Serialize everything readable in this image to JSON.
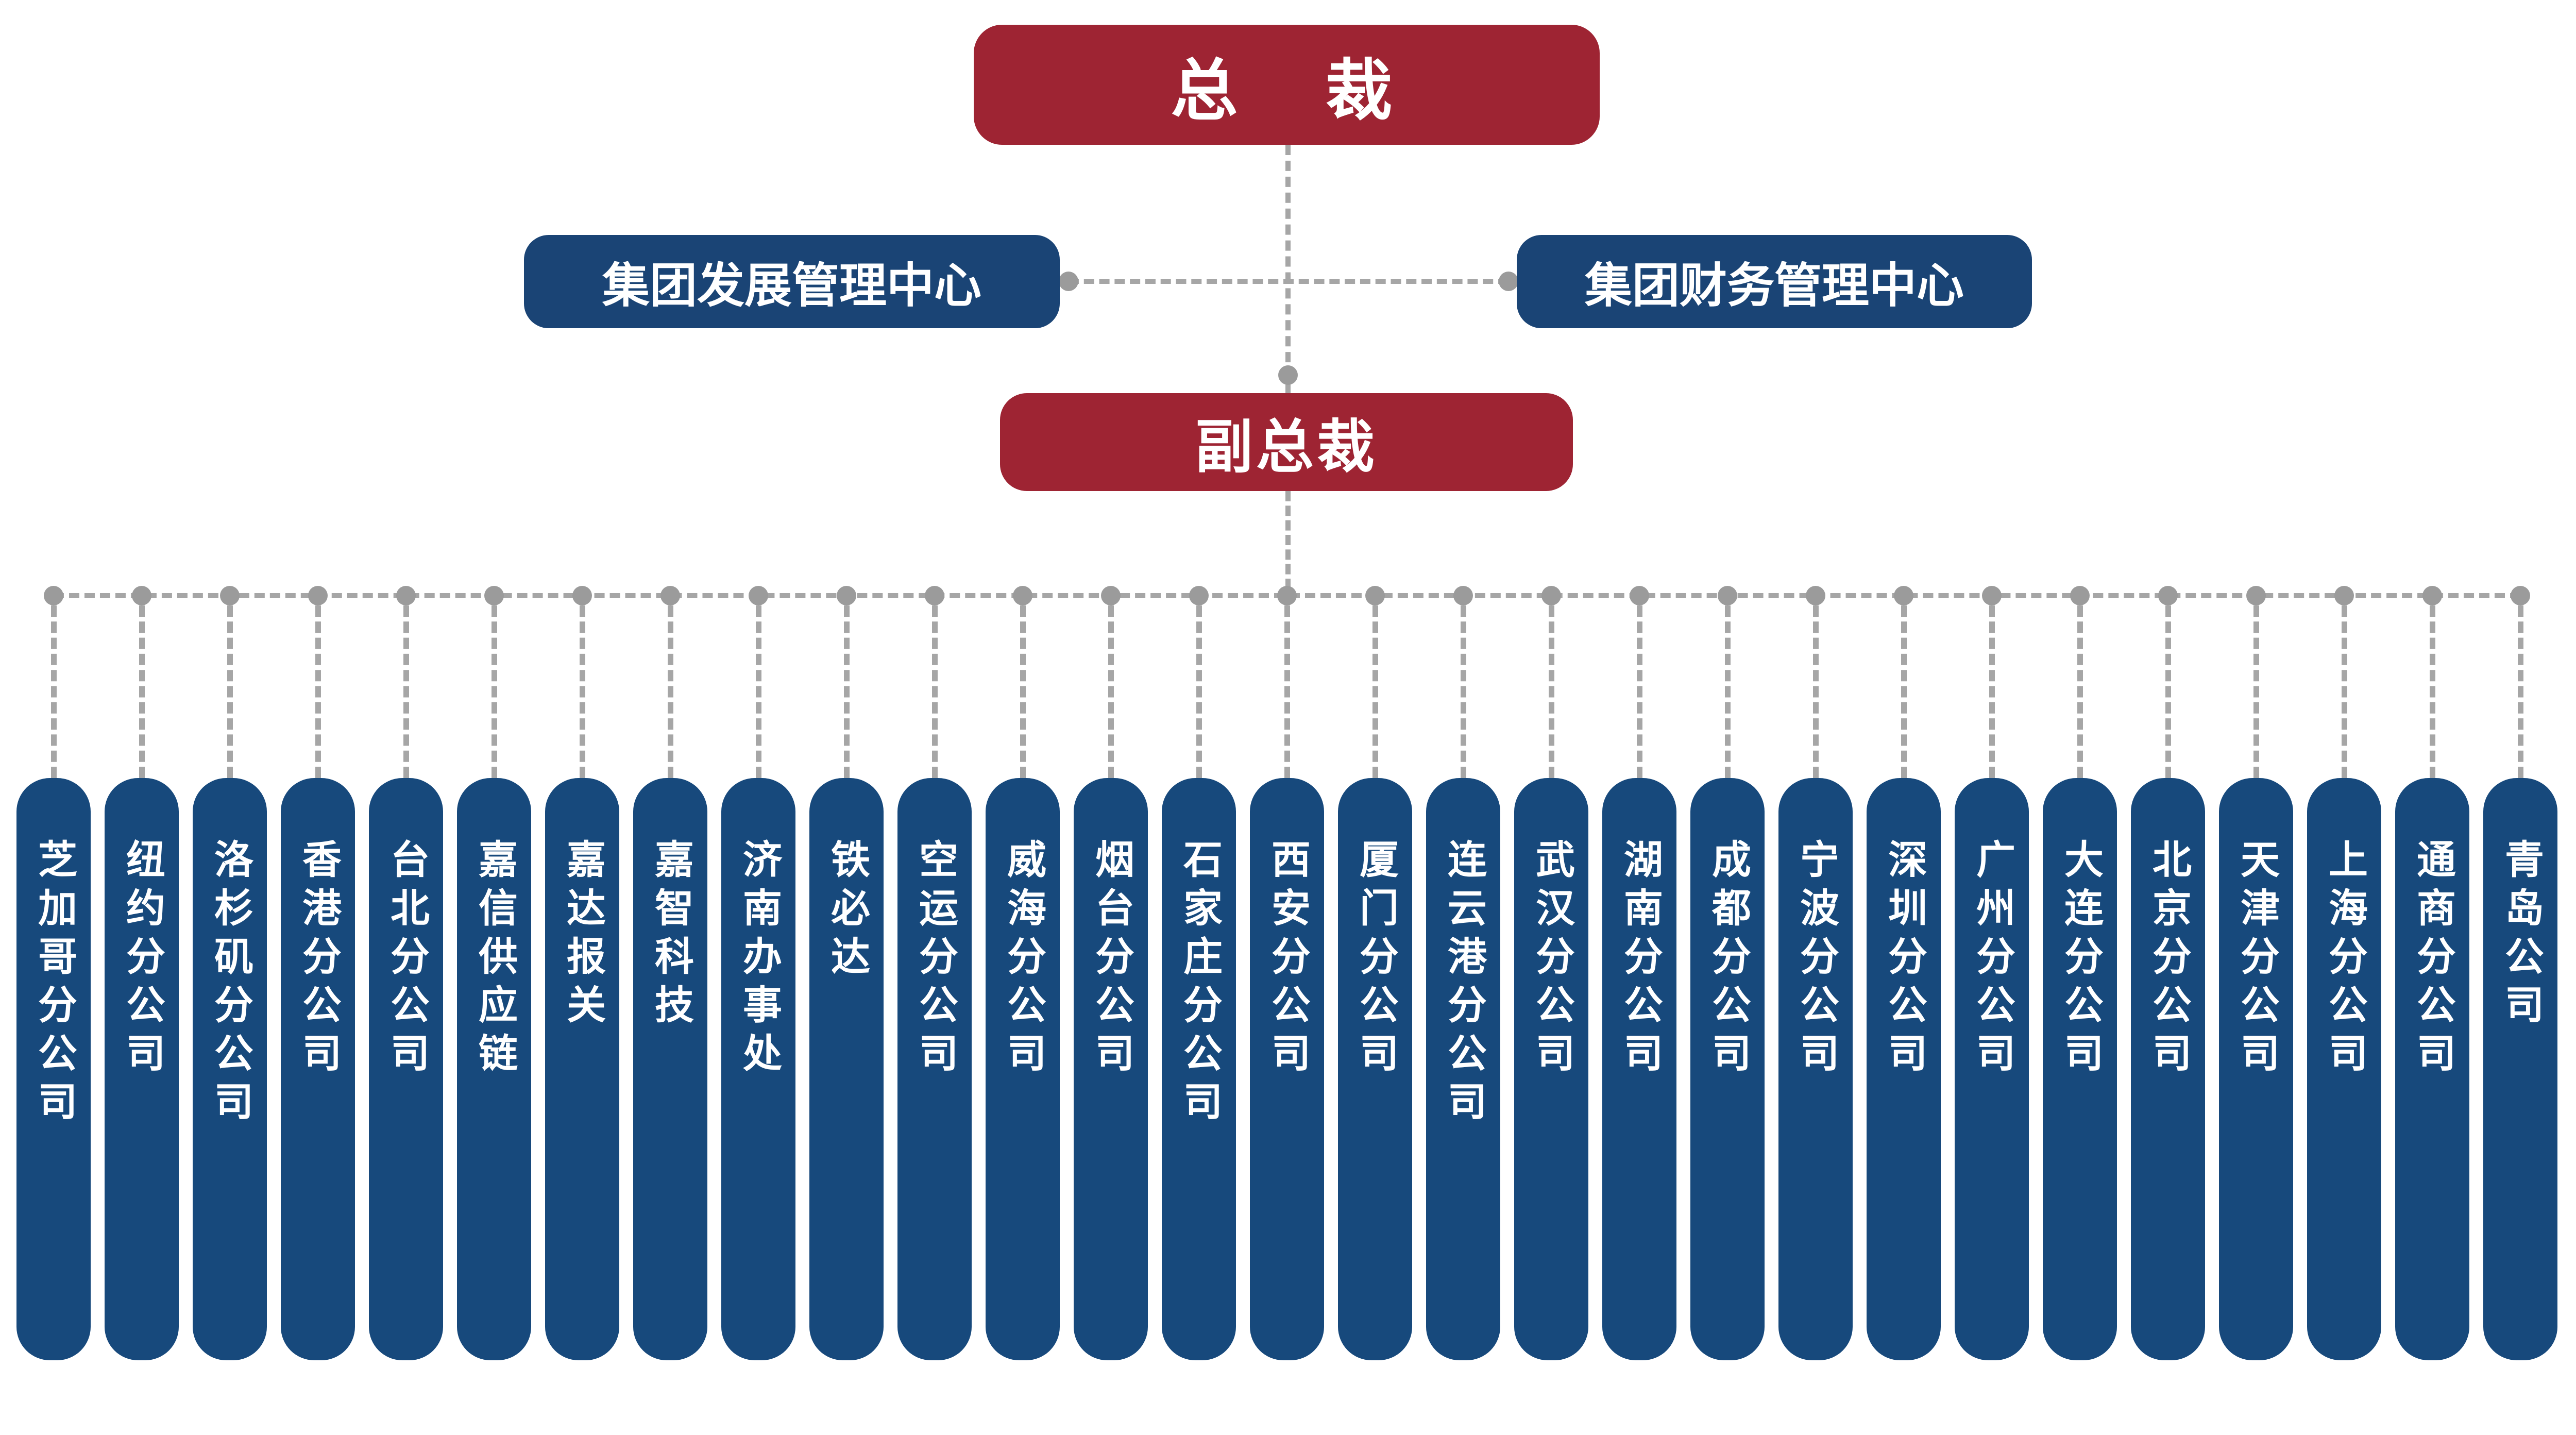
{
  "org_chart": {
    "root_label": "总　裁",
    "centers": [
      {
        "label": "集团发展管理中心"
      },
      {
        "label": "集团财务管理中心"
      }
    ],
    "deputy_label": "副总裁",
    "branches": [
      "芝加哥分公司",
      "纽约分公司",
      "洛杉矶分公司",
      "香港分公司",
      "台北分公司",
      "嘉信供应链",
      "嘉达报关",
      "嘉智科技",
      "济南办事处",
      "铁必达",
      "空运分公司",
      "威海分公司",
      "烟台分公司",
      "石家庄分公司",
      "西安分公司",
      "厦门分公司",
      "连云港分公司",
      "武汉分公司",
      "湖南分公司",
      "成都分公司",
      "宁波分公司",
      "深圳分公司",
      "广州分公司",
      "大连分公司",
      "北京分公司",
      "天津分公司",
      "上海分公司",
      "通商分公司",
      "青岛公司"
    ]
  },
  "colors": {
    "red": "#9E2433",
    "blue_box": "#1A4475",
    "blue_pill": "#17497C",
    "line": "#A6A6A6",
    "dot": "#9B9B9B",
    "background": "#FFFFFF"
  }
}
